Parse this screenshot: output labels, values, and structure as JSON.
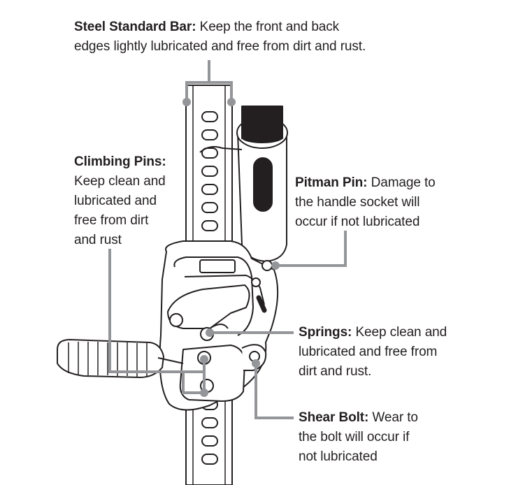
{
  "callouts": {
    "steel_standard_bar": {
      "title": "Steel Standard Bar:",
      "lines": [
        " Keep the front and back",
        "edges lightly lubricated and free from dirt and rust."
      ]
    },
    "climbing_pins": {
      "title": "Climbing Pins:",
      "lines": [
        "Keep clean and",
        "lubricated and",
        "free from dirt",
        "and rust"
      ]
    },
    "pitman_pin": {
      "title": "Pitman Pin:",
      "lines": [
        " Damage to",
        "the handle socket will",
        "occur if not lubricated"
      ]
    },
    "springs": {
      "title": "Springs:",
      "lines": [
        " Keep clean and",
        "lubricated and free from",
        "dirt and rust."
      ]
    },
    "shear_bolt": {
      "title": "Shear Bolt:",
      "lines": [
        " Wear to",
        "the bolt will occur if",
        "not lubricated"
      ]
    }
  },
  "colors": {
    "leader": "#939598",
    "ink": "#231f20",
    "handle": "#231f20"
  }
}
